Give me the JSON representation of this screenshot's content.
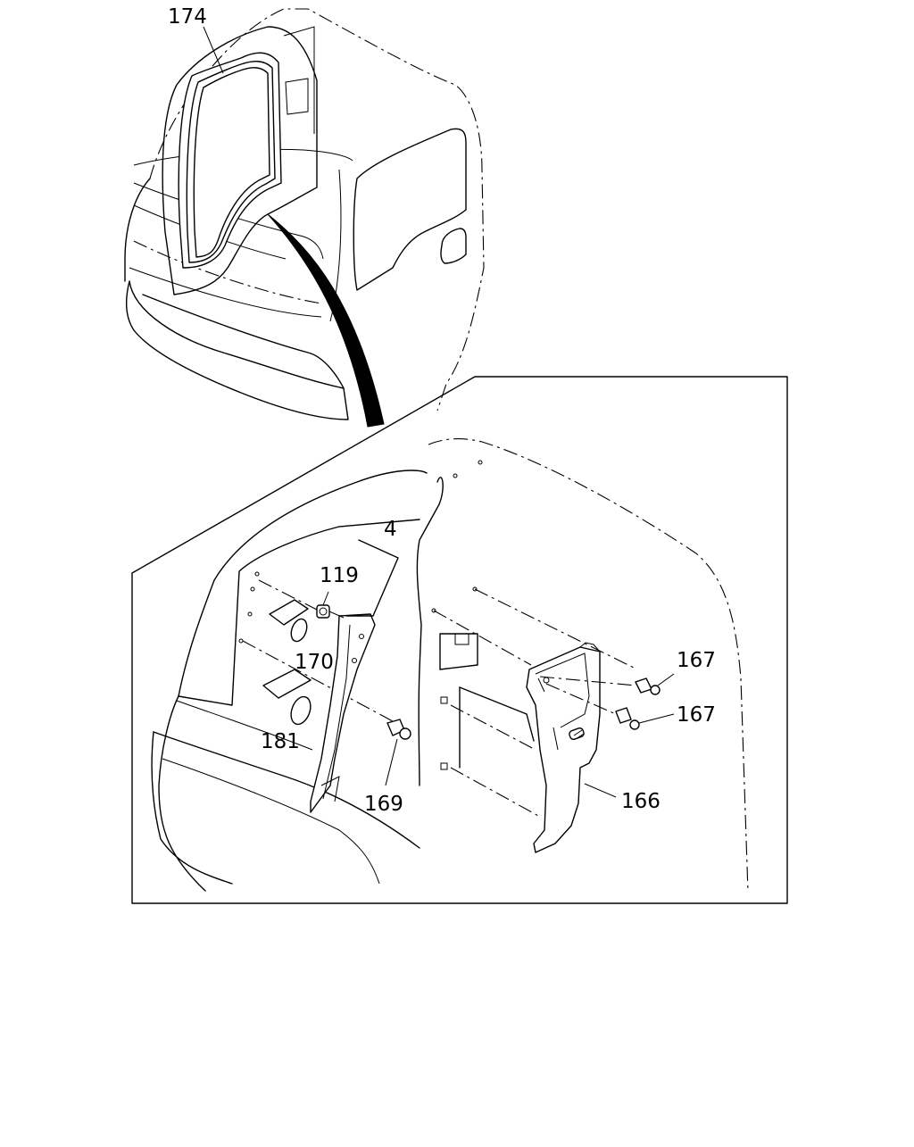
{
  "callouts": {
    "p174": "174",
    "p4": "4",
    "p119": "119",
    "p170": "170",
    "p181": "181",
    "p169": "169",
    "p167a": "167",
    "p167b": "167",
    "p166": "166"
  }
}
